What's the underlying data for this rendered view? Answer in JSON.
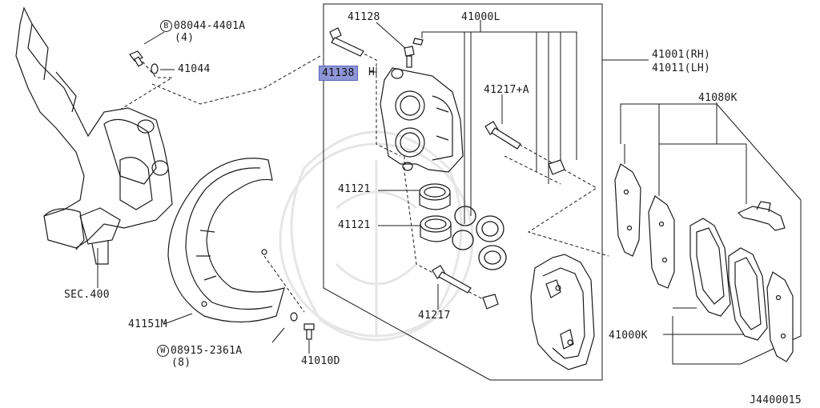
{
  "labels": {
    "p41128": "41128",
    "p41000L": "41000L",
    "p41138": "41138",
    "p41138_suffix": "H",
    "p41001": "41001(RH)",
    "p41011": "41011(LH)",
    "p41217A": "41217+A",
    "p41080K": "41080K",
    "p41121_a": "41121",
    "p41121_b": "41121",
    "p41217": "41217",
    "p41000K": "41000K",
    "b_circle": "B",
    "b_part": "08044-4401A",
    "b_qty": "(4)",
    "p41044": "41044",
    "sec400": "SEC.400",
    "p41151M": "41151M",
    "w_circle": "W",
    "w_part": "08915-2361A",
    "w_qty": "(8)",
    "p41010D": "41010D",
    "diagram_id": "J4400015"
  },
  "colors": {
    "line": "#1a1a1a",
    "highlight": "#8f96d8",
    "watermark": "#e6e6e6"
  },
  "highlighted_part": "41138"
}
